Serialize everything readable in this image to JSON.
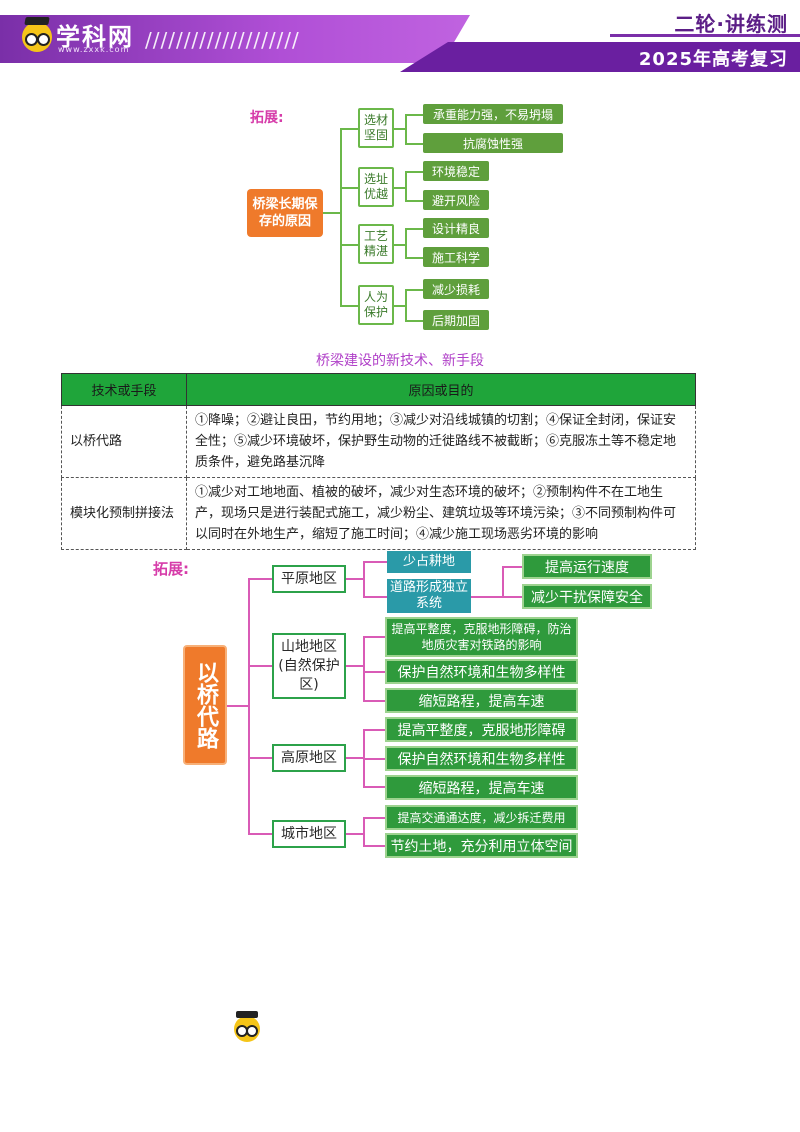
{
  "header": {
    "logo_text": "学科网",
    "logo_sub": "www.zxxk.com",
    "stripes": "////////////////////",
    "series": "二轮·讲练测",
    "subtitle": "2025年高考复习"
  },
  "map1": {
    "label": "拓展:",
    "root": "桥梁长期保存的原因",
    "branches": [
      {
        "name": "选材坚固",
        "leaves": [
          "承重能力强，不易坍塌",
          "抗腐蚀性强"
        ]
      },
      {
        "name": "选址优越",
        "leaves": [
          "环境稳定",
          "避开风险"
        ]
      },
      {
        "name": "工艺精湛",
        "leaves": [
          "设计精良",
          "施工科学"
        ]
      },
      {
        "name": "人为保护",
        "leaves": [
          "减少损耗",
          "后期加固"
        ]
      }
    ]
  },
  "table": {
    "caption": "桥梁建设的新技术、新手段",
    "headers": [
      "技术或手段",
      "原因或目的"
    ],
    "rows": [
      {
        "name": "以桥代路",
        "text": "①降噪；②避让良田，节约用地；③减少对沿线城镇的切割；④保证全封闭，保证安全性；⑤减少环境破坏，保护野生动物的迁徙路线不被截断；⑥克服冻土等不稳定地质条件，避免路基沉降"
      },
      {
        "name": "模块化预制拼接法",
        "text": "①减少对工地地面、植被的破坏，减少对生态环境的破坏；②预制构件不在工地生产，现场只是进行装配式施工，减少粉尘、建筑垃圾等环境污染；③不同预制构件可以同时在外地生产，缩短了施工时间；④减少施工现场恶劣环境的影响"
      }
    ]
  },
  "map2": {
    "label": "拓展:",
    "root": "以桥代路",
    "plain": {
      "name": "平原地区",
      "leaf1": "少占耕地",
      "leaf2": "道路形成独立系统",
      "sub1": "提高运行速度",
      "sub2": "减少干扰保障安全"
    },
    "mountain": {
      "name": "山地地区(自然保护区)",
      "leaves": [
        "提高平整度，克服地形障碍，防治地质灾害对铁路的影响",
        "保护自然环境和生物多样性",
        "缩短路程，提高车速"
      ]
    },
    "plateau": {
      "name": "高原地区",
      "leaves": [
        "提高平整度，克服地形障碍",
        "保护自然环境和生物多样性",
        "缩短路程，提高车速"
      ]
    },
    "city": {
      "name": "城市地区",
      "leaves": [
        "提高交通通达度，减少拆迁费用",
        "节约土地，充分利用立体空间"
      ]
    }
  }
}
